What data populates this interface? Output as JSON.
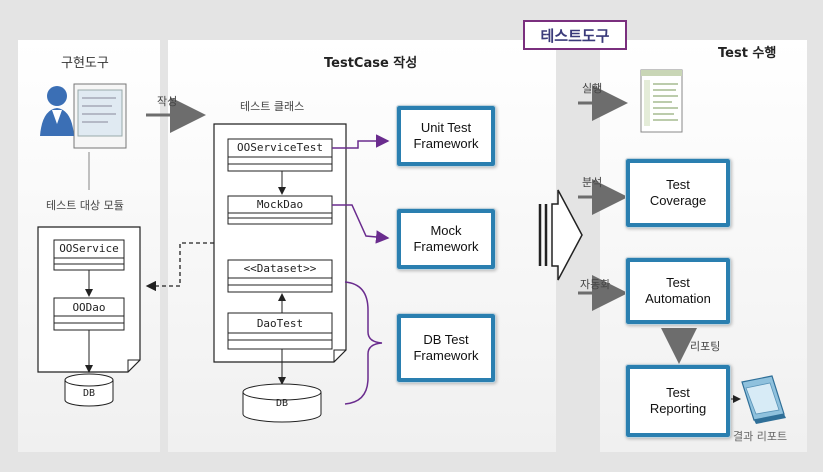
{
  "badge": "테스트도구",
  "headers": {
    "impl_tool": "구현도구",
    "testcase": "TestCase 작성",
    "test_run": "Test 수행"
  },
  "labels": {
    "write": "작성",
    "test_class": "테스트 클래스",
    "target_module": "테스트 대상 모듈",
    "run": "실행",
    "analysis": "분석",
    "automation": "자동화",
    "reporting": "리포팅",
    "result_report": "결과 리포트"
  },
  "modules": {
    "service": "OOService",
    "dao": "OODao",
    "db_left": "DB"
  },
  "tests": {
    "service_test": "OOServiceTest",
    "mock_dao": "MockDao",
    "dataset": "<<Dataset>>",
    "dao_test": "DaoTest",
    "db_center": "DB"
  },
  "frameworks": {
    "unit": [
      "Unit Test",
      "Framework"
    ],
    "mock": [
      "Mock",
      "Framework"
    ],
    "db": [
      "DB Test",
      "Framework"
    ]
  },
  "tools": {
    "coverage": [
      "Test",
      "Coverage"
    ],
    "automation": [
      "Test",
      "Automation"
    ],
    "reporting": [
      "Test",
      "Reporting"
    ]
  },
  "colors": {
    "accent_purple": "#6a2c8e",
    "framework_blue": "#2a7fb0",
    "arrow_gray": "#707070"
  },
  "icons": [
    "developer-pc-icon",
    "screenshot-thumbnail-icon",
    "report-book-icon"
  ]
}
